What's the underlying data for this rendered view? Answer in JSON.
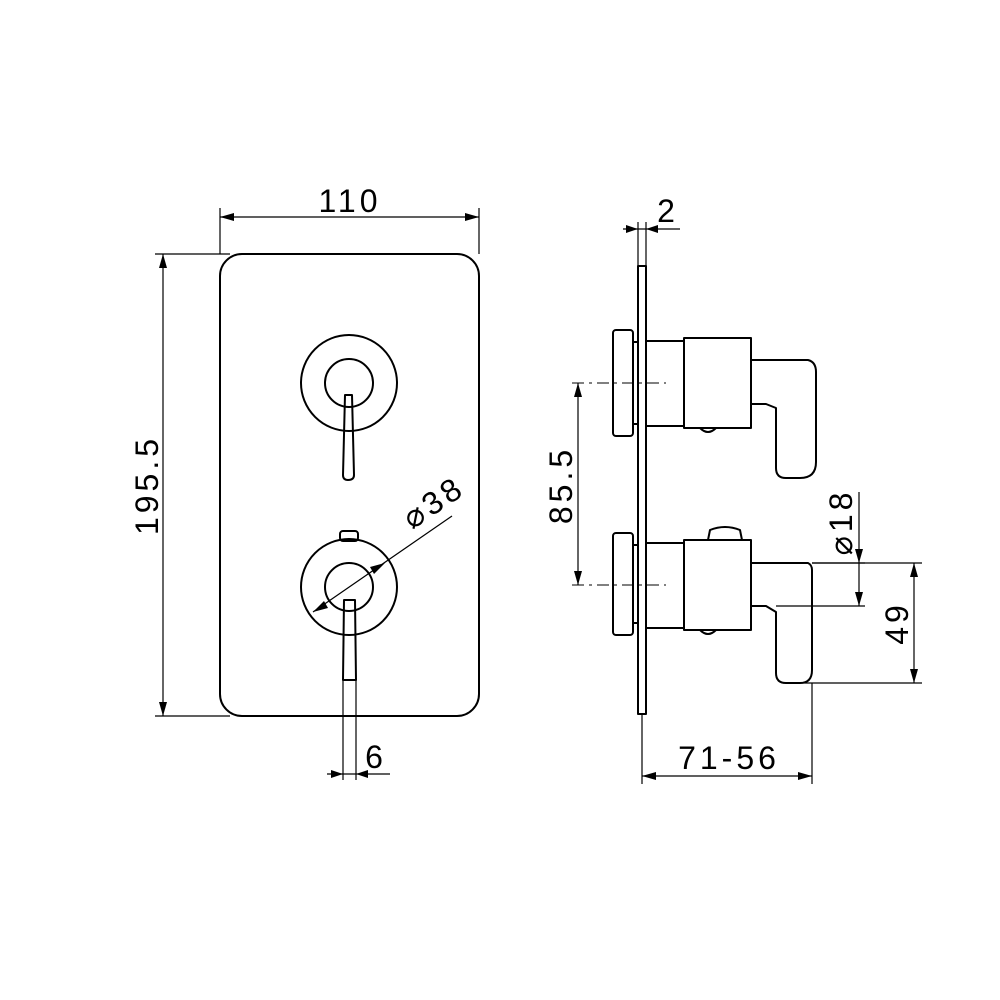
{
  "drawing": {
    "dimensions": {
      "plate_width": "110",
      "plate_height": "195.5",
      "lever_width": "6",
      "knob_diameter_front": "38",
      "plate_thickness": "2",
      "center_distance": "85.5",
      "spout_diameter": "18",
      "lever_drop": "49",
      "projection": "71-56"
    },
    "symbols": {
      "diameter": "⌀"
    }
  }
}
